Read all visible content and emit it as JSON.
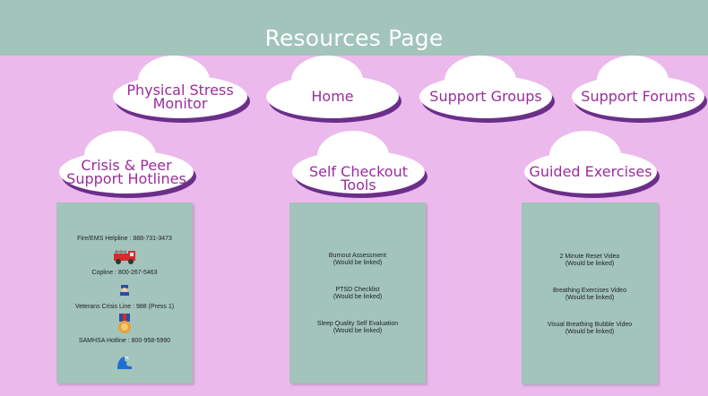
{
  "header": {
    "title": "Resources Page"
  },
  "nav": {
    "physical_stress_monitor": [
      "Physical Stress",
      "Monitor"
    ],
    "home": "Home",
    "support_groups": "Support Groups",
    "support_forums": "Support Forums"
  },
  "sections": {
    "crisis": {
      "title": [
        "Crisis & Peer",
        "Support Hotlines"
      ],
      "items": [
        "Fire/EMS Helpline : 888-731-3473",
        "Copline : 800-267-5463",
        "Veterans Crisis Line : 988 (Press 1)",
        "SAMHSA Hotline : 800-958-5990"
      ],
      "icons": [
        "fire-truck-icon",
        "police-officer-icon",
        "military-medal-icon",
        "wave-icon"
      ]
    },
    "self_checkout": {
      "title": "Self Checkout Tools",
      "items": [
        {
          "name": "Burnout Assessment",
          "note": "(Would be linked)"
        },
        {
          "name": "PTSD Checklist",
          "note": "(Would be linked)"
        },
        {
          "name": "Sleep Quality Self Evaluation",
          "note": "(Would be linked)"
        }
      ]
    },
    "guided": {
      "title": "Guided Exercises",
      "items": [
        {
          "name": "2 Minute Reset Video",
          "note": "(Would be linked)"
        },
        {
          "name": "Breathing Exercises Video",
          "note": "(Would be linked)"
        },
        {
          "name": "Visual Breathing Bubble Video",
          "note": "(Would be linked)"
        }
      ]
    }
  },
  "colors": {
    "background": "#ebb9ec",
    "header": "#a2c4bb",
    "panel": "#a2c4bb",
    "cloud_text": "#9b2d9c",
    "cloud_shadow": "#6b2f8a"
  }
}
